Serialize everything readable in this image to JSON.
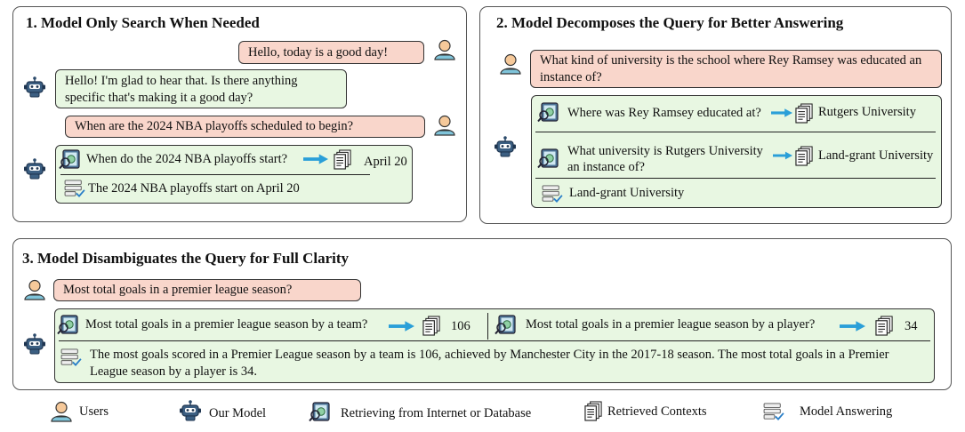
{
  "p1": {
    "title": "1. Model Only Search When Needed",
    "user1": "Hello, today is a good day!",
    "bot1": "Hello! I'm glad to hear that. Is there anything specific that's making it a good day?",
    "user2": "When are the 2024 NBA playoffs scheduled to begin?",
    "q": "When do the 2024 NBA playoffs start?",
    "ctx": "April 20",
    "ans": "The 2024 NBA playoffs start on April 20"
  },
  "p2": {
    "title": "2. Model Decomposes the Query for Better Answering",
    "user": "What kind of university is the school where Rey Ramsey was educated an instance of?",
    "q1": "Where was Rey Ramsey educated at?",
    "c1": "Rutgers University",
    "q2a": "What university is Rutgers University",
    "q2b": "an instance of?",
    "c2": "Land-grant University",
    "ans": "Land-grant University"
  },
  "p3": {
    "title": "3. Model Disambiguates the Query for Full Clarity",
    "user": "Most total goals in a premier league season?",
    "q1": "Most total goals in a premier league season by a team?",
    "c1": "106",
    "q2": "Most total goals in a premier league season by a player?",
    "c2": "34",
    "ans": "The most goals scored in a Premier League season by a team is 106, achieved by Manchester City in the 2017-18 season. The most total goals in a Premier League season by a player is 34."
  },
  "legend": {
    "users": "Users",
    "model": "Our Model",
    "retrieving": "Retrieving from Internet or Database",
    "contexts": "Retrieved Contexts",
    "answering": "Model Answering"
  },
  "colors": {
    "user_bubble": "#f9d6cb",
    "bot_bubble": "#e8f7e2",
    "arrow": "#2a9fd8",
    "user_icon": "#7fc4da",
    "robot_icon": "#2b4a6b"
  }
}
